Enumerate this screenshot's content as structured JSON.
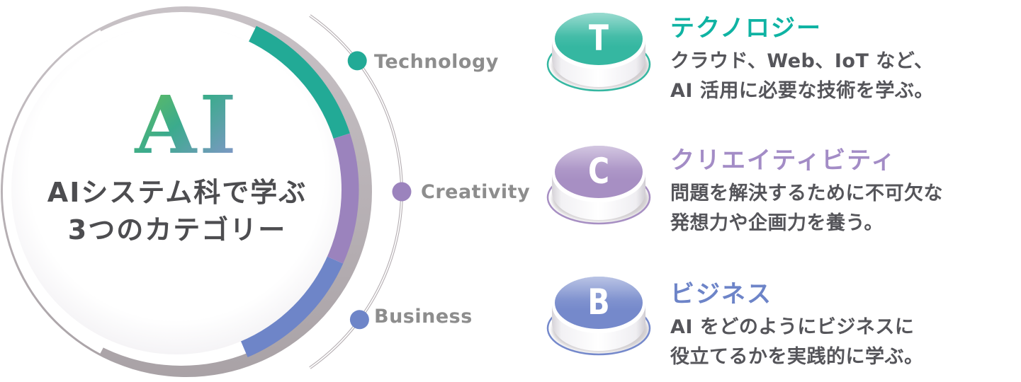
{
  "wheel": {
    "center_label": "AI",
    "caption_lines": [
      "AIシステム科で学ぶ",
      "3つのカテゴリー"
    ],
    "ring_labels": [
      {
        "text": "Technology",
        "color": "#22aa96"
      },
      {
        "text": "Creativity",
        "color": "#9b83bd"
      },
      {
        "text": "Business",
        "color": "#6e85c8"
      }
    ],
    "base_ring_color": "#b7b0b4",
    "label_text_color": "#8d8d8d",
    "caption_text_color": "#4d4d50",
    "center_gradient": [
      "#6cc153",
      "#3bab8d",
      "#9092d4"
    ]
  },
  "categories": [
    {
      "letter": "T",
      "title": "テクノロジー",
      "title_color": "#0fb3a3",
      "button_color": "#35b7a1",
      "desc_lines": [
        "クラウド、Web、IoT など、",
        "AI 活用に必要な技術を学ぶ。"
      ]
    },
    {
      "letter": "C",
      "title": "クリエイティビティ",
      "title_color": "#a38cc6",
      "button_color": "#a78fc3",
      "desc_lines": [
        "問題を解決するために不可欠な",
        "発想力や企画力を養う。"
      ]
    },
    {
      "letter": "B",
      "title": "ビジネス",
      "title_color": "#6d84c8",
      "button_color": "#7589cb",
      "desc_lines": [
        "AI をどのようにビジネスに",
        "役立てるかを実践的に学ぶ。"
      ]
    }
  ],
  "body_text_color": "#55555a"
}
